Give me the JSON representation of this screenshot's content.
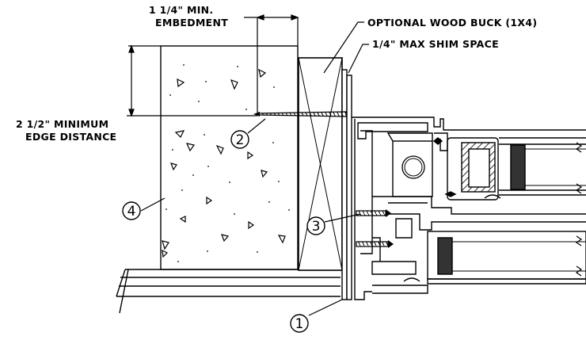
{
  "labels": {
    "embedment_line1": "1 1/4\" MIN.",
    "embedment_line2": "EMBEDMENT",
    "wood_buck": "OPTIONAL WOOD BUCK (1X4)",
    "shim_space": "1/4\" MAX SHIM SPACE",
    "edge_line1": "2 1/2\" MINIMUM",
    "edge_line2": "EDGE DISTANCE"
  },
  "callouts": {
    "c1": "1",
    "c2": "2",
    "c3": "3",
    "c4": "4"
  },
  "colors": {
    "ink": "#000000",
    "paper": "#ffffff"
  }
}
